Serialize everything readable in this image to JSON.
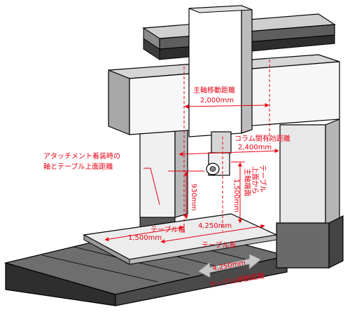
{
  "colors": {
    "accent": "#e60012",
    "outline": "#000000",
    "light": "#ebebeb",
    "mid": "#bdbdbd",
    "dark": "#5a5a5a",
    "darker": "#3c3c3c"
  },
  "labels": {
    "spindle_travel": {
      "title": "主軸移動距離",
      "value": "2,000mm"
    },
    "column_distance": {
      "title": "コラム間有効距離",
      "value": "2,400mm"
    },
    "attachment_height": {
      "line1": "アタッチメント着装時の",
      "line2": "軸とテーブル上面距離",
      "value": "930mm"
    },
    "table_to_spindle": {
      "line1": "テーブル",
      "line2": "上面から",
      "line3": "主軸端面",
      "value": "1,500mm"
    },
    "table_width": {
      "title": "テーブル幅",
      "value": "1,500mm"
    },
    "table_length": {
      "title": "テーブル長",
      "value": "4,250mm"
    },
    "table_travel": {
      "title": "テーブル移動距離",
      "value": "4,250mm"
    }
  }
}
